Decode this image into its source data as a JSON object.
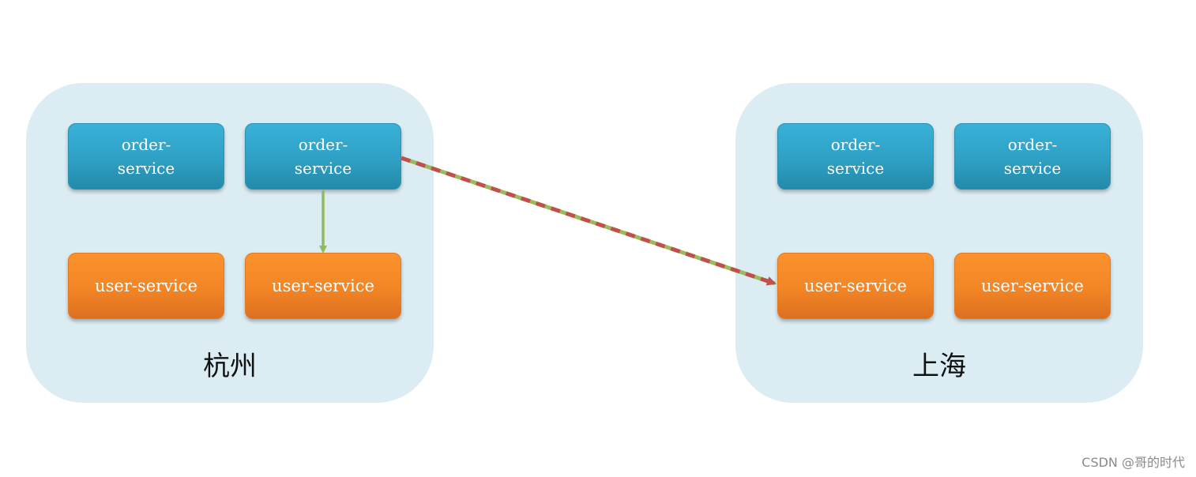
{
  "clusters": {
    "hangzhou": {
      "label": "杭州",
      "order_services": [
        "order-\nservice",
        "order-\nservice"
      ],
      "user_services": [
        "user-service",
        "user-service"
      ]
    },
    "shanghai": {
      "label": "上海",
      "order_services": [
        "order-\nservice",
        "order-\nservice"
      ],
      "user_services": [
        "user-service",
        "user-service"
      ]
    }
  },
  "colors": {
    "cluster_bg": "#dbedf3",
    "order_service": "#2fa0c5",
    "user_service": "#f38525",
    "local_call": "#8fbc5a",
    "cross_region_call": "#c0504d"
  },
  "watermark": "CSDN @哥的时代"
}
